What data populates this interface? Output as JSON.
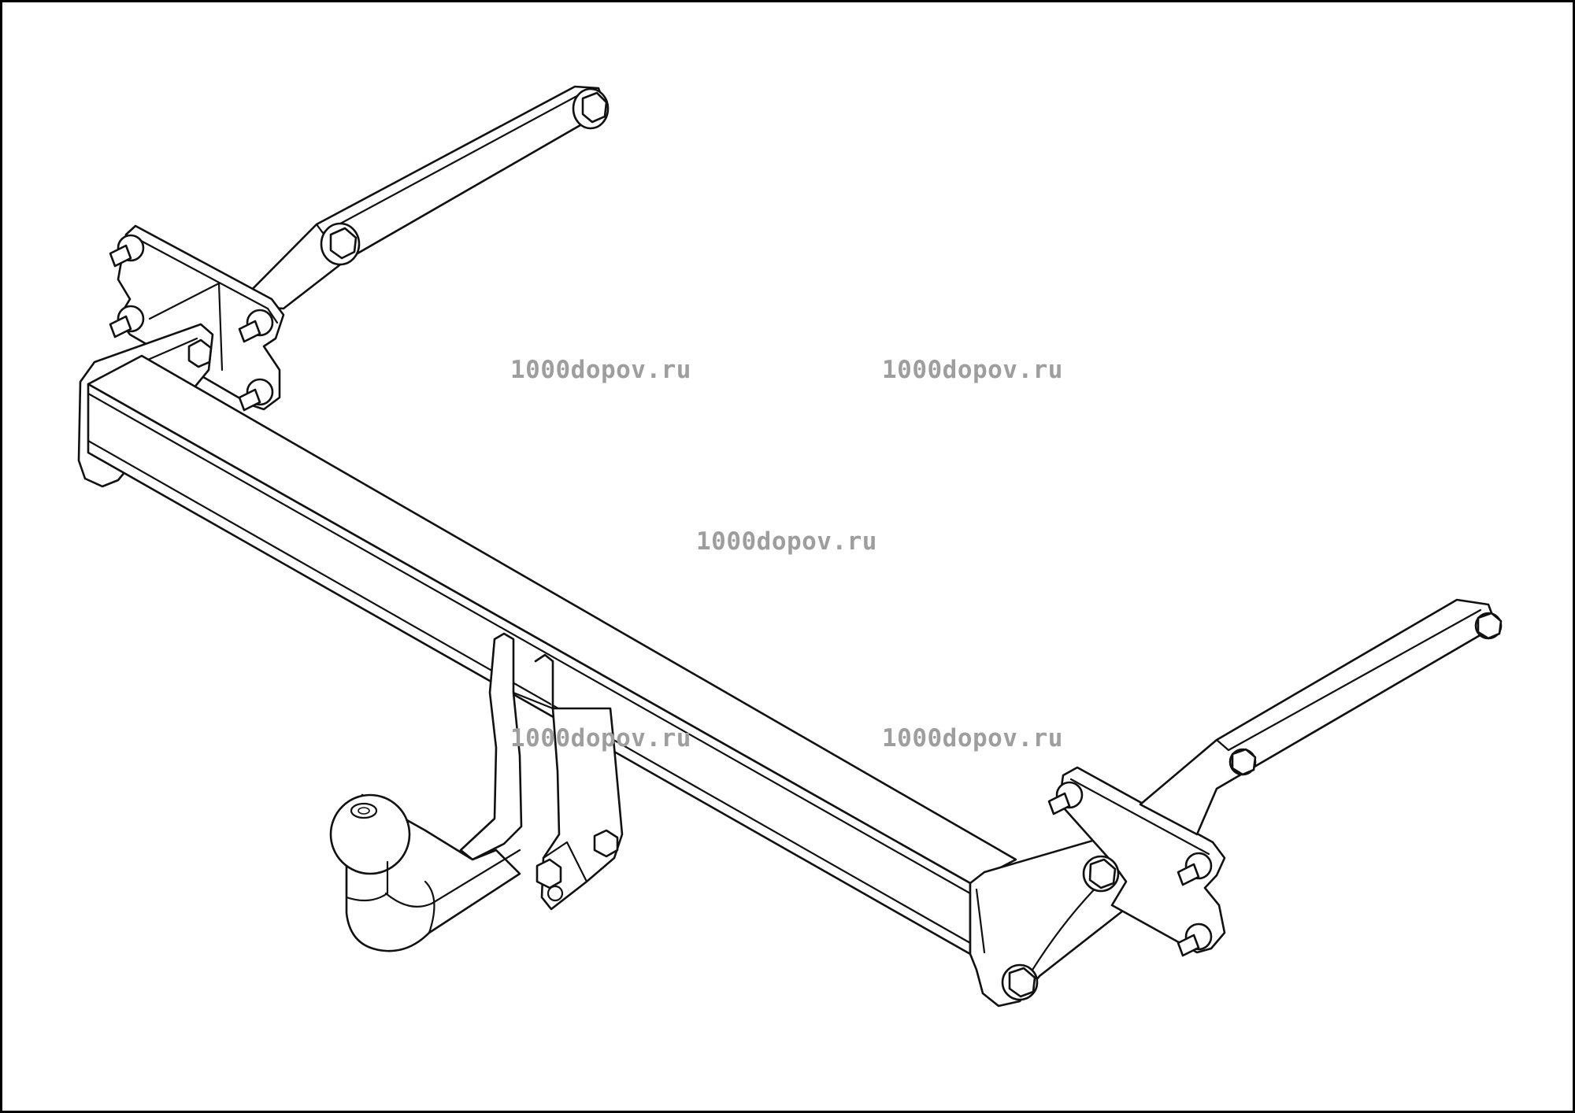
{
  "watermark": {
    "text": "1000dopov.ru",
    "color": "#9e9e9e"
  },
  "watermarks": [
    {
      "text": "1000dopov.ru"
    },
    {
      "text": "1000dopov.ru"
    },
    {
      "text": "1000dopov.ru"
    },
    {
      "text": "1000dopov.ru"
    },
    {
      "text": "1000dopov.ru"
    }
  ],
  "colors": {
    "line": "#111111",
    "background": "#ffffff",
    "frame": "#000000"
  }
}
